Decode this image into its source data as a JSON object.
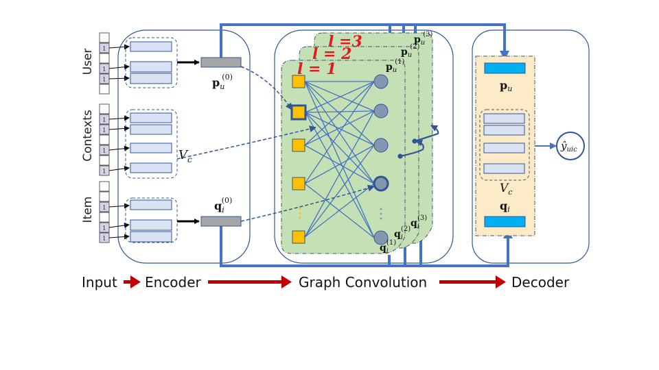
{
  "pipeline": {
    "stages": [
      "Input",
      "Encoder",
      "Graph Convolution",
      "Decoder"
    ]
  },
  "input": {
    "groups": [
      {
        "name": "User",
        "cells": [
          "",
          "1",
          "",
          "1",
          "1",
          ""
        ]
      },
      {
        "name": "Contexts",
        "cells": [
          "",
          "1",
          "1",
          "",
          "1",
          "",
          "1"
        ]
      },
      {
        "name": "Item",
        "cells": [
          "",
          "",
          "1",
          "",
          "1",
          "1"
        ]
      }
    ]
  },
  "encoder": {
    "user_embedding": {
      "base": "p",
      "sub": "u",
      "sup": "(0)"
    },
    "item_embedding": {
      "base": "q",
      "sub": "i",
      "sup": "(0)"
    },
    "context_set": {
      "base": "V",
      "sub": "c"
    }
  },
  "graph_convolution": {
    "layers": [
      "l = 1",
      "l = 2",
      "l =3"
    ],
    "user_outputs": [
      {
        "base": "p",
        "sub": "u",
        "sup": "(1)"
      },
      {
        "base": "p",
        "sub": "u",
        "sup": "(2)"
      },
      {
        "base": "p",
        "sub": "u",
        "sup": "(3)"
      }
    ],
    "item_outputs": [
      {
        "base": "q",
        "sub": "i",
        "sup": "(1)"
      },
      {
        "base": "q",
        "sub": "i",
        "sup": "(2)"
      },
      {
        "base": "q",
        "sub": "i",
        "sup": "(3)"
      }
    ]
  },
  "decoder": {
    "user_vector": {
      "base": "p",
      "sub": "u"
    },
    "item_vector": {
      "base": "q",
      "sub": "i"
    },
    "context_set": {
      "base": "V",
      "sub": "c"
    },
    "output": {
      "base": "ŷ",
      "sub": "uic"
    }
  },
  "colors": {
    "frame_blue": "#4472c4",
    "dark_blue": "#2f5597",
    "stage_arrow_red": "#c00000",
    "layer_label_red": "#e31a1c",
    "layer_fill_green": "#c5e0b4",
    "decoder_fill": "#fdebc8",
    "item_node_fill": "#ffc000",
    "user_node_fill": "#8497b0",
    "embedding_fill": "#dae3f3",
    "vector_gray": "#a6a6a6",
    "vector_cyan": "#00b0f0",
    "onehot_fill": "#d9d2e9"
  }
}
